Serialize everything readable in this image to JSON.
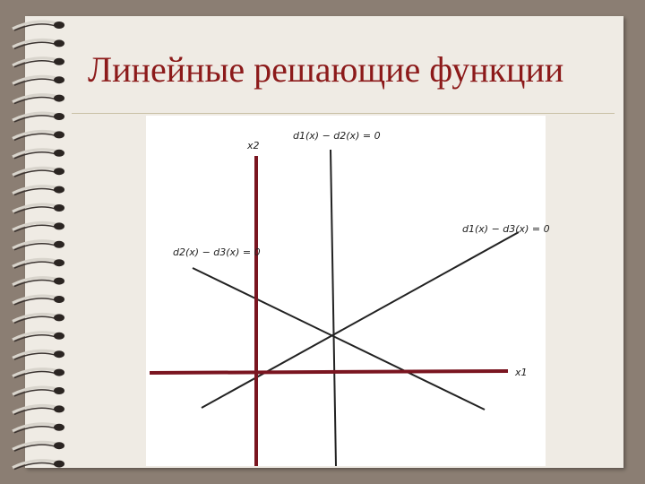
{
  "slide": {
    "title": "Линейные решающие функции"
  },
  "figure": {
    "axis_x_label": "x1",
    "axis_y_label": "x2",
    "line_labels": {
      "d12": "d1(x) − d2(x) = 0",
      "d13": "d1(x) − d3(x) = 0",
      "d23": "d2(x) − d3(x) = 0"
    }
  },
  "colors": {
    "title": "#8c1a1a",
    "axes": "#7a1520",
    "lines": "#222222",
    "paper": "#efebe4",
    "background": "#8b7e73"
  }
}
